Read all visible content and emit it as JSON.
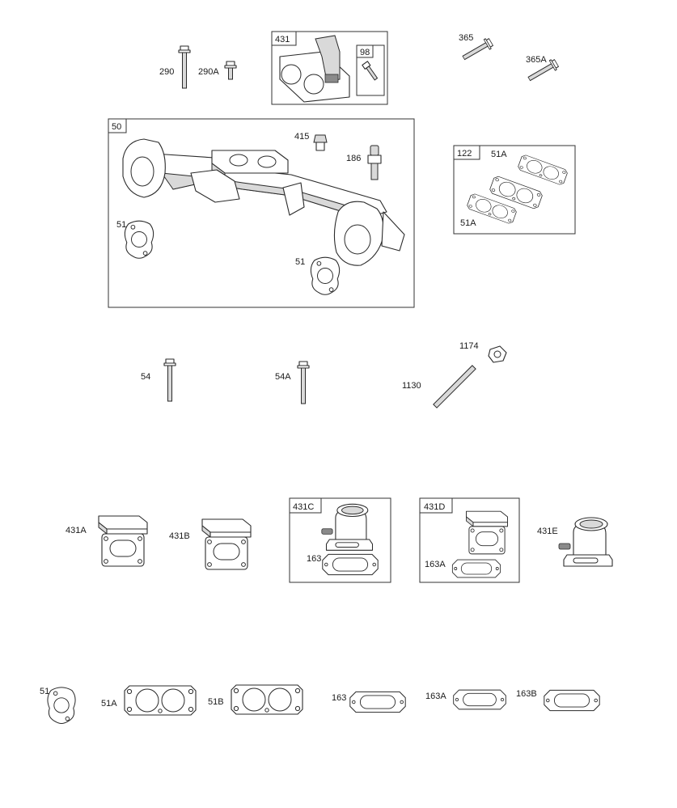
{
  "diagram": {
    "type": "exploded-parts-diagram",
    "labels": {
      "p290": "290",
      "p290A": "290A",
      "p431": "431",
      "p98": "98",
      "p365": "365",
      "p365A": "365A",
      "p50": "50",
      "p415": "415",
      "p186": "186",
      "p51_left": "51",
      "p51_right": "51",
      "p122": "122",
      "p51A_top": "51A",
      "p51A_bottom": "51A",
      "p54": "54",
      "p54A": "54A",
      "p1174": "1174",
      "p1130": "1130",
      "p431A": "431A",
      "p431B": "431B",
      "p431C": "431C",
      "p163_kit": "163",
      "p431D": "431D",
      "p163A_kit": "163A",
      "p431E": "431E",
      "p51_bottom": "51",
      "p51A_bottom_row": "51A",
      "p51B": "51B",
      "p163_bottom": "163",
      "p163A_bottom": "163A",
      "p163B": "163B"
    },
    "colors": {
      "line": "#2a2a2a",
      "shade": "#d9d9d9",
      "background": "#ffffff"
    }
  }
}
